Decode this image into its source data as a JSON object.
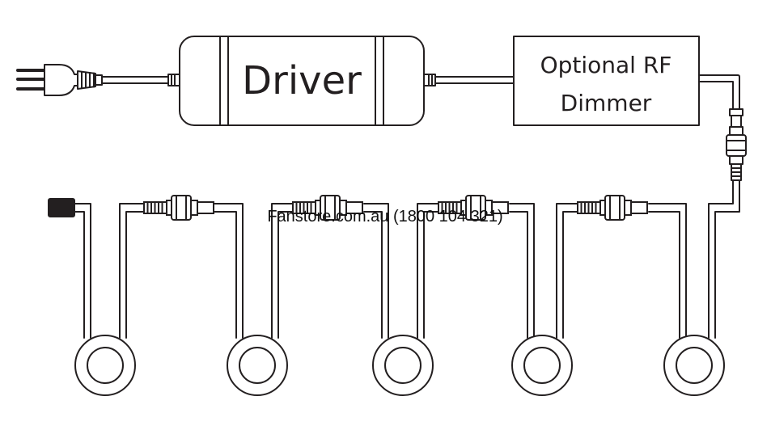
{
  "driver": {
    "label": "Driver"
  },
  "dimmer": {
    "line1": "Optional RF",
    "line2": "Dimmer"
  },
  "watermark": {
    "text": "Fanstore.com.au (1800 104 321)"
  },
  "colors": {
    "stroke": "#231f20",
    "fill": "#ffffff",
    "text": "#231f20"
  }
}
